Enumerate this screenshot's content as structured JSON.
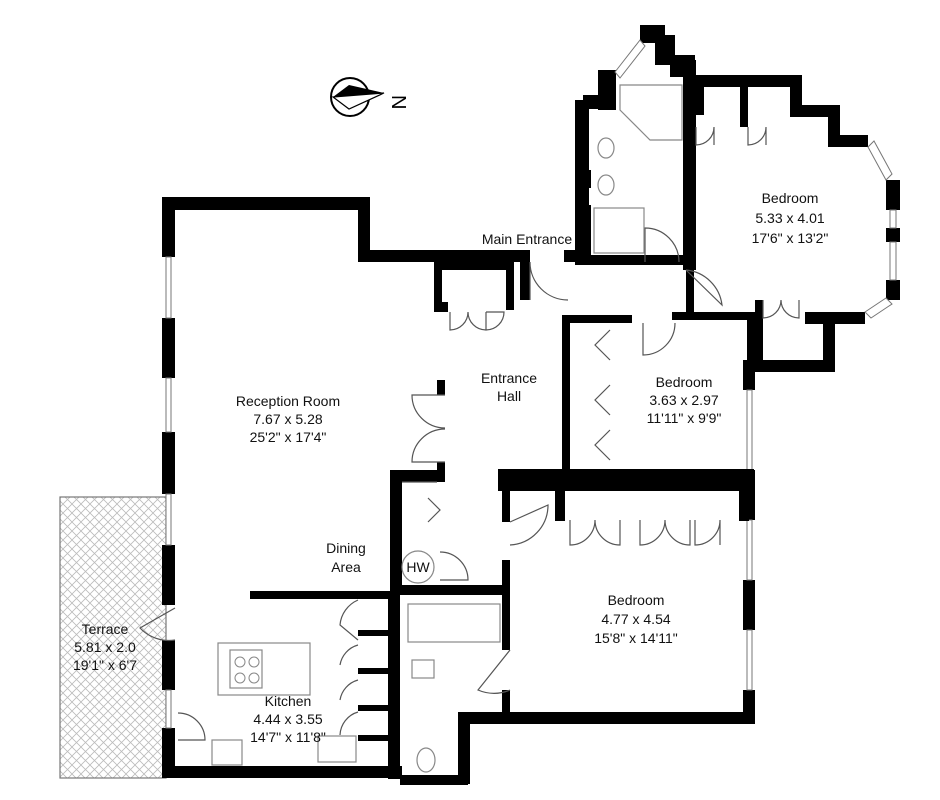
{
  "compass": {
    "label": "N"
  },
  "rooms": [
    {
      "key": "reception",
      "name": "Reception Room",
      "metric": "7.67 x 5.28",
      "imperial": "25'2\" x 17'4\""
    },
    {
      "key": "bedroom1",
      "name": "Bedroom",
      "metric": "5.33 x 4.01",
      "imperial": "17'6\" x 13'2\""
    },
    {
      "key": "bedroom2",
      "name": "Bedroom",
      "metric": "3.63 x 2.97",
      "imperial": "11'11\" x 9'9\""
    },
    {
      "key": "bedroom3",
      "name": "Bedroom",
      "metric": "4.77 x 4.54",
      "imperial": "15'8\" x 14'11\""
    },
    {
      "key": "kitchen",
      "name": "Kitchen",
      "metric": "4.44 x 3.55",
      "imperial": "14'7\" x 11'8\""
    },
    {
      "key": "terrace",
      "name": "Terrace",
      "metric": "5.81 x 2.0",
      "imperial": "19'1\" x 6'7"
    }
  ],
  "labels": {
    "main_entrance": "Main Entrance",
    "entrance_hall_1": "Entrance",
    "entrance_hall_2": "Hall",
    "dining_1": "Dining",
    "dining_2": "Area",
    "hot_water": "HW"
  },
  "colors": {
    "wall": "#000000",
    "terrace_hatch": "#bbbbbb"
  }
}
